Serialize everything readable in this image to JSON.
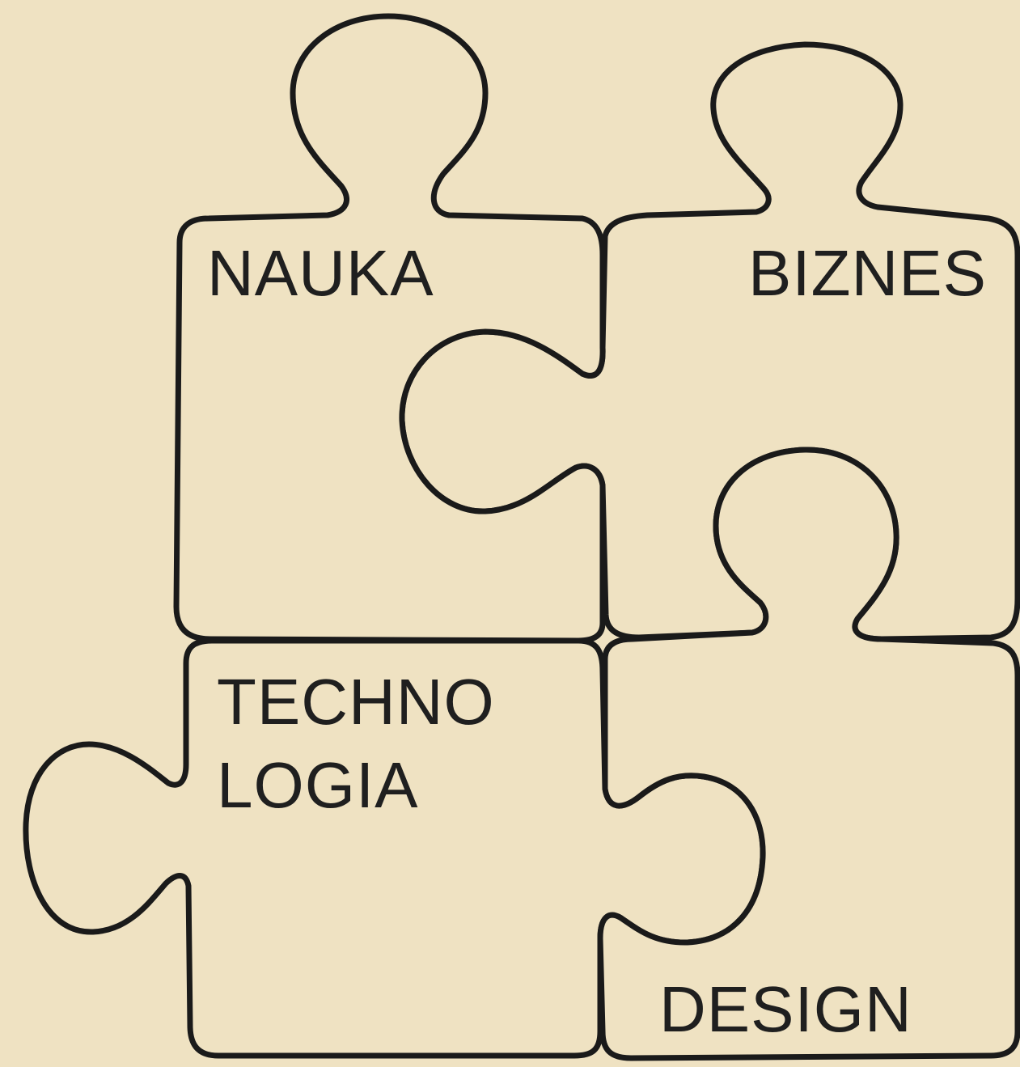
{
  "background_color": "#efe2c2",
  "stroke_color": "#1a1a1a",
  "text_color": "#1f1f1f",
  "pieces": [
    {
      "id": "nauka",
      "lines": [
        "NAUKA"
      ]
    },
    {
      "id": "biznes",
      "lines": [
        "BIZNES"
      ]
    },
    {
      "id": "technologia",
      "lines": [
        "TECHNO",
        "LOGIA"
      ]
    },
    {
      "id": "design",
      "lines": [
        "DESIGN"
      ]
    }
  ]
}
